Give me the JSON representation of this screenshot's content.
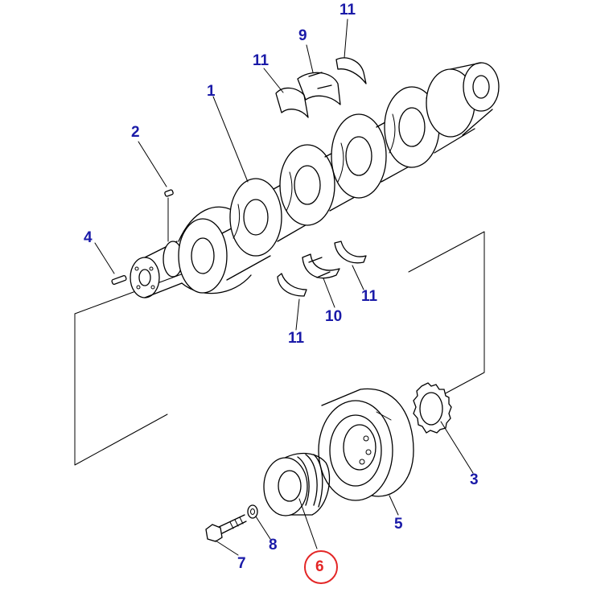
{
  "colors": {
    "callout": "#1a1aa8",
    "highlight": "#e32626",
    "line": "#000000",
    "background": "#ffffff"
  },
  "callouts": [
    {
      "id": "c-11-top",
      "text": "11",
      "part": "bearing-half"
    },
    {
      "id": "c-9",
      "text": "9",
      "part": "main-bearing-upper"
    },
    {
      "id": "c-11-upper-left",
      "text": "11",
      "part": "bearing-half"
    },
    {
      "id": "c-1",
      "text": "1",
      "part": "crankshaft"
    },
    {
      "id": "c-2",
      "text": "2",
      "part": "pin"
    },
    {
      "id": "c-4",
      "text": "4",
      "part": "dowel"
    },
    {
      "id": "c-11-mid-right",
      "text": "11",
      "part": "bearing-half"
    },
    {
      "id": "c-10",
      "text": "10",
      "part": "main-bearing-lower"
    },
    {
      "id": "c-11-mid-left",
      "text": "11",
      "part": "bearing-half"
    },
    {
      "id": "c-3",
      "text": "3",
      "part": "crank-gear"
    },
    {
      "id": "c-5",
      "text": "5",
      "part": "vibration-damper"
    },
    {
      "id": "c-8",
      "text": "8",
      "part": "washer"
    },
    {
      "id": "c-7",
      "text": "7",
      "part": "bolt"
    },
    {
      "id": "c-6",
      "text": "6",
      "part": "pulley",
      "highlighted": true
    }
  ]
}
